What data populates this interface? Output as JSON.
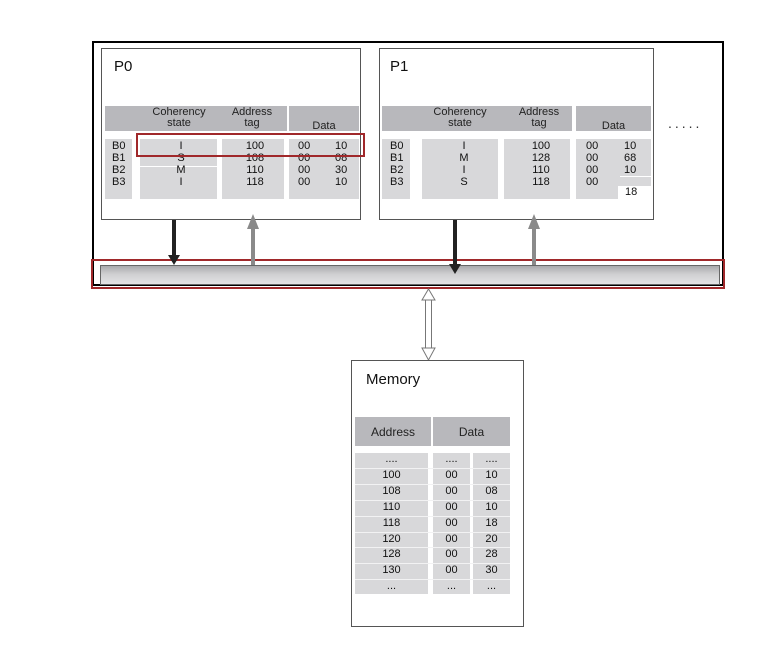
{
  "processors": [
    {
      "title": "P0",
      "headers": {
        "state": [
          "Coherency",
          "state"
        ],
        "tag": [
          "Address",
          "tag"
        ],
        "data": "Data"
      },
      "rows": [
        {
          "block": "B0",
          "state": "I",
          "tag": "100",
          "d1": "00",
          "d2": "10"
        },
        {
          "block": "B1",
          "state": "S",
          "tag": "108",
          "d1": "00",
          "d2": "08"
        },
        {
          "block": "B2",
          "state": "M",
          "tag": "110",
          "d1": "00",
          "d2": "30"
        },
        {
          "block": "B3",
          "state": "I",
          "tag": "118",
          "d1": "00",
          "d2": "10"
        }
      ]
    },
    {
      "title": "P1",
      "headers": {
        "state": [
          "Coherency",
          "state"
        ],
        "tag": [
          "Address",
          "tag"
        ],
        "data": "Data"
      },
      "rows": [
        {
          "block": "B0",
          "state": "I",
          "tag": "100",
          "d1": "00",
          "d2": "10"
        },
        {
          "block": "B1",
          "state": "M",
          "tag": "128",
          "d1": "00",
          "d2": "68"
        },
        {
          "block": "B2",
          "state": "I",
          "tag": "110",
          "d1": "00",
          "d2": "10"
        },
        {
          "block": "B3",
          "state": "S",
          "tag": "118",
          "d1": "00",
          "d2": "18"
        }
      ]
    }
  ],
  "more_processors": ".....",
  "memory": {
    "title": "Memory",
    "headers": {
      "address": "Address",
      "data": "Data"
    },
    "rows": [
      {
        "addr": "....",
        "d1": "....",
        "d2": "...."
      },
      {
        "addr": "100",
        "d1": "00",
        "d2": "10"
      },
      {
        "addr": "108",
        "d1": "00",
        "d2": "08"
      },
      {
        "addr": "110",
        "d1": "00",
        "d2": "10"
      },
      {
        "addr": "118",
        "d1": "00",
        "d2": "18"
      },
      {
        "addr": "120",
        "d1": "00",
        "d2": "20"
      },
      {
        "addr": "128",
        "d1": "00",
        "d2": "28"
      },
      {
        "addr": "130",
        "d1": "00",
        "d2": "30"
      },
      {
        "addr": "...",
        "d1": "...",
        "d2": "..."
      }
    ]
  },
  "highlight_color": "#a0282a"
}
